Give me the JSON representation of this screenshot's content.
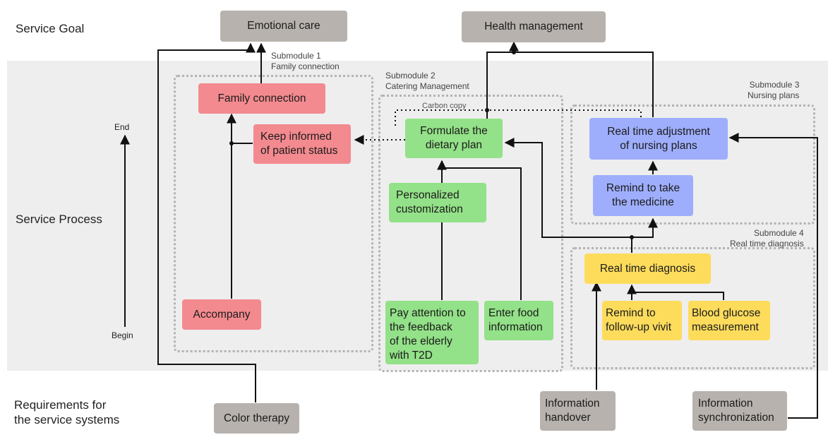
{
  "rows": {
    "goal": "Service Goal",
    "process": "Service Process",
    "requirements": "Requirements for\nthe service systems"
  },
  "axis": {
    "end": "End",
    "begin": "Begin"
  },
  "goals": {
    "emotional_care": "Emotional care",
    "health_management": "Health management"
  },
  "submodules": {
    "s1": "Submodule 1\nFamily connection",
    "s2": "Submodule 2\nCatering Management",
    "s3": "Submodule 3\nNursing plans",
    "s4": "Submodule 4\nReal time diagnosis"
  },
  "annotations": {
    "carbon_copy": "Carbon copy"
  },
  "nodes": {
    "family_connection": "Family connection",
    "keep_informed": "Keep informed\nof patient status",
    "accompany": "Accompany",
    "formulate_plan": "Formulate the\ndietary plan",
    "personalized": "Personalized\ncustomization",
    "pay_attention": "Pay attention to\nthe feedback\nof the elderly\nwith T2D",
    "enter_food": "Enter food\ninformation",
    "real_time_adjust": "Real time adjustment\nof nursing plans",
    "remind_medicine": "Remind to take\nthe medicine",
    "real_time_diagnosis": "Real time diagnosis",
    "remind_followup": "Remind to\nfollow-up vivit",
    "blood_glucose": "Blood glucose\nmeasurement"
  },
  "requirements": {
    "color_therapy": "Color therapy",
    "info_handover": "Information\nhandover",
    "info_sync": "Information\nsynchronization"
  },
  "colors": {
    "goal_box": "#b7b2ad",
    "family": "#f38a8f",
    "catering": "#93e188",
    "nursing": "#9eaefc",
    "diagnosis": "#fddc5c",
    "band": "#eeeeee"
  }
}
